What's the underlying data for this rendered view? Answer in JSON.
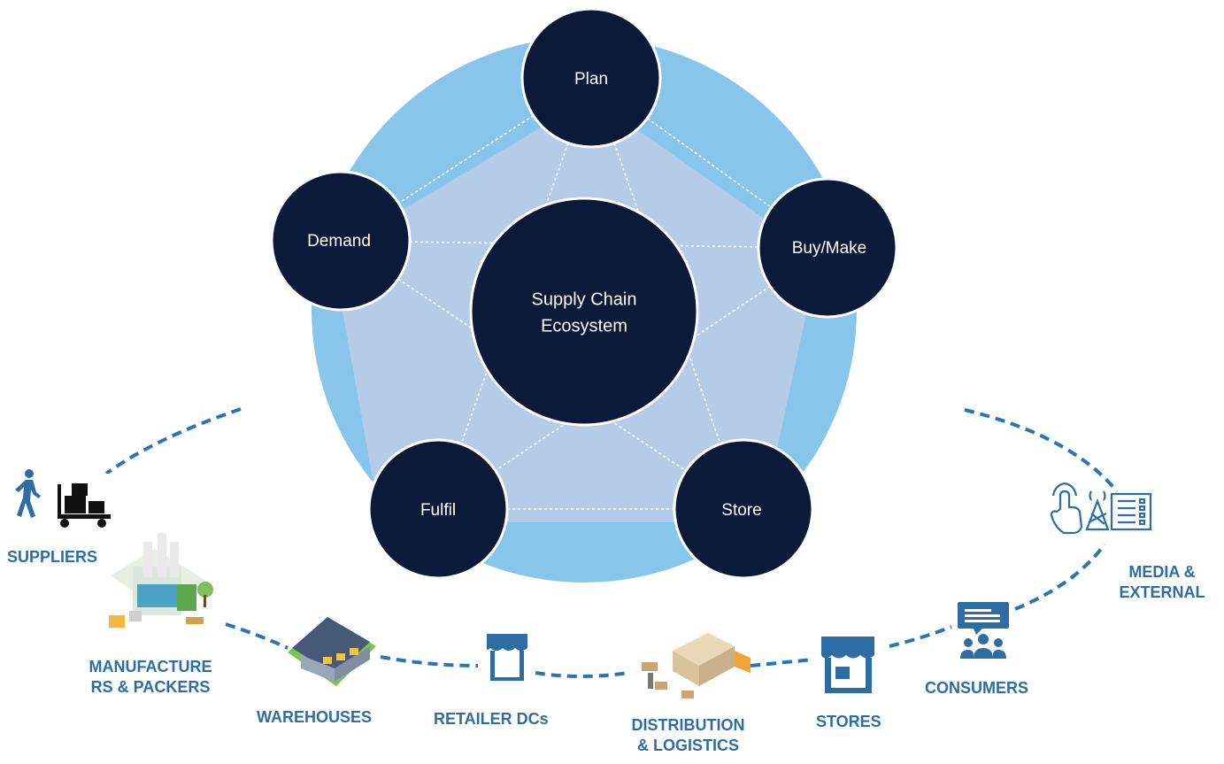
{
  "center": {
    "line1": "Supply Chain",
    "line2": "Ecosystem"
  },
  "nodes": {
    "plan": "Plan",
    "demand": "Demand",
    "buymake": "Buy/Make",
    "fulfil": "Fulfil",
    "store": "Store"
  },
  "ecosystem": {
    "suppliers": "SUPPLIERS",
    "manufacturers_line1": "MANUFACTURE",
    "manufacturers_line2": "RS & PACKERS",
    "warehouses": "WAREHOUSES",
    "retailer_dcs": "RETAILER DCs",
    "distribution_line1": "DISTRIBUTION",
    "distribution_line2": "& LOGISTICS",
    "stores": "STORES",
    "consumers": "CONSUMERS",
    "media_line1": "MEDIA &",
    "media_line2": "EXTERNAL"
  },
  "colors": {
    "outer_ring": "#87c6ea",
    "pentagon": "#b4cce8",
    "node_fill": "#0b1a38",
    "label_blue": "#2e6da4",
    "icon_blue": "#2e6da4",
    "dash_blue": "#2a74b5"
  }
}
